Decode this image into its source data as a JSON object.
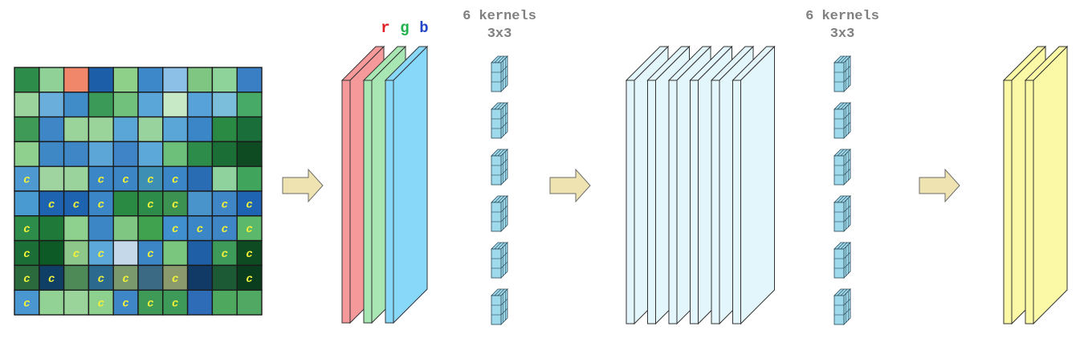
{
  "labels": {
    "kernels1_line1": "6 kernels",
    "kernels1_line2": "3x3",
    "kernels2_line1": "6 kernels",
    "kernels2_line2": "3x3",
    "r": "r",
    "g": "g",
    "b": "b",
    "cell_mark": "c"
  },
  "colors": {
    "r_label": "#e0202a",
    "g_label": "#22b14c",
    "b_label": "#2545c8",
    "channel_r": "#f5999b",
    "channel_g": "#a8e6b4",
    "channel_b": "#88d8fa",
    "feature_map_1": "#e3f6fb",
    "feature_map_2": "#fbf8a6",
    "kernel": "#9fd9ec",
    "arrow": "#efe3b2",
    "grid_label": "#f2f23a"
  },
  "input_grid": {
    "rows": [
      [
        "#2e8c4a",
        "#8fd197",
        "#f0866a",
        "#1c5fa8",
        "#8ecf8a",
        "#3c88c8",
        "#8cc0e6",
        "#7ec682",
        "#8ed49a",
        "#3a7fc4"
      ],
      [
        "#9bd49c",
        "#6aaedc",
        "#3f8cc8",
        "#3c9a58",
        "#71c07c",
        "#5aa6d8",
        "#c8e9c6",
        "#57a2d8",
        "#7bbedc",
        "#47aa66"
      ],
      [
        "#3f9a58",
        "#3f86c6",
        "#9bd49a",
        "#9ad49a",
        "#5aa6d6",
        "#98d29c",
        "#5aa6d6",
        "#3b86c6",
        "#2a8a44",
        "#1a6e3a"
      ],
      [
        "#8fd08f",
        "#3f88c6",
        "#3e86c6",
        "#5ba6d6",
        "#3f84c6",
        "#5ca8d8",
        "#6cc07a",
        "#2e8c4a",
        "#1a6e36",
        "#0e4a22"
      ],
      [
        "#4e9ad0",
        "#9fd4a0",
        "#9ad49c",
        "#3a86c6",
        "#3c86c6",
        "#3e8fb4",
        "#3b86c6",
        "#2a6cb4",
        "#8fd29e",
        "#40a45c"
      ],
      [
        "#4a9ad2",
        "#1e63b0",
        "#1e63b0",
        "#3a86c6",
        "#2a8a44",
        "#2e8c4a",
        "#3c9250",
        "#4a94cc",
        "#3e86c6",
        "#1f64b2"
      ],
      [
        "#2e8c4a",
        "#1f7a3a",
        "#8ed08e",
        "#3c86c6",
        "#7ec682",
        "#40a24e",
        "#4090d0",
        "#3a86c6",
        "#3f86c6",
        "#5cb86a"
      ],
      [
        "#1a6e36",
        "#0e5a26",
        "#8dc88a",
        "#5ca8d8",
        "#c4d8ea",
        "#3c86c6",
        "#7ac67e",
        "#1f5fa6",
        "#3e9a58",
        "#0e4a22"
      ],
      [
        "#2a6a3c",
        "#103f66",
        "#4e8a58",
        "#2b6a8e",
        "#7a9a6e",
        "#3a6a84",
        "#8a9a6c",
        "#123a66",
        "#1c5a36",
        "#0a3d1e"
      ],
      [
        "#4a96d0",
        "#92d294",
        "#9ad49a",
        "#8ed08e",
        "#3f86c6",
        "#3f9a58",
        "#3e9a58",
        "#2e6cb8",
        "#4ea85e",
        "#50a862"
      ]
    ],
    "marks": [
      [
        4,
        0
      ],
      [
        4,
        3
      ],
      [
        4,
        4
      ],
      [
        4,
        5
      ],
      [
        4,
        6
      ],
      [
        5,
        1
      ],
      [
        5,
        2
      ],
      [
        5,
        3
      ],
      [
        5,
        5
      ],
      [
        5,
        6
      ],
      [
        5,
        8
      ],
      [
        5,
        9
      ],
      [
        6,
        0
      ],
      [
        6,
        6
      ],
      [
        6,
        7
      ],
      [
        6,
        8
      ],
      [
        6,
        9
      ],
      [
        7,
        0
      ],
      [
        7,
        2
      ],
      [
        7,
        3
      ],
      [
        7,
        5
      ],
      [
        7,
        8
      ],
      [
        7,
        9
      ],
      [
        8,
        0
      ],
      [
        8,
        1
      ],
      [
        8,
        3
      ],
      [
        8,
        4
      ],
      [
        8,
        6
      ],
      [
        8,
        9
      ],
      [
        9,
        0
      ],
      [
        9,
        3
      ],
      [
        9,
        4
      ],
      [
        9,
        5
      ],
      [
        9,
        6
      ]
    ]
  },
  "rgb_channel_count": 3,
  "feature_map_1_count": 6,
  "kernels_per_column": 6,
  "feature_map_2_count": 2
}
